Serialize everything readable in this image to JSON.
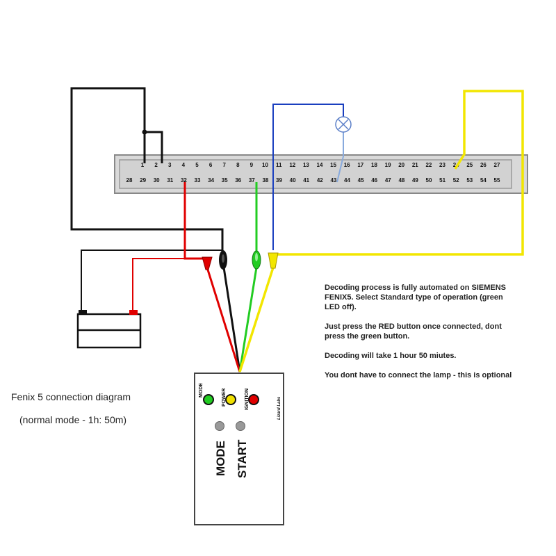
{
  "connector": {
    "top_pins": [
      "1",
      "2",
      "3",
      "4",
      "5",
      "6",
      "7",
      "8",
      "9",
      "10",
      "11",
      "12",
      "13",
      "14",
      "15",
      "16",
      "17",
      "18",
      "19",
      "20",
      "21",
      "22",
      "23",
      "24",
      "25",
      "26",
      "27"
    ],
    "bottom_pins": [
      "28",
      "29",
      "30",
      "31",
      "32",
      "33",
      "34",
      "35",
      "36",
      "37",
      "38",
      "39",
      "40",
      "41",
      "42",
      "43",
      "44",
      "45",
      "46",
      "47",
      "48",
      "49",
      "50",
      "51",
      "52",
      "53",
      "54",
      "55"
    ]
  },
  "controller": {
    "brand": "Lizard Labs",
    "led_labels": [
      "MODE",
      "POWER",
      "IGNITION"
    ],
    "button_mode_label": "MODE",
    "button_start_label": "START"
  },
  "notes": [
    "Decoding process is fully automated on SIEMENS FENIX5. Select Standard type of operation (green LED off).",
    "Just press the RED button once connected, dont press the green button.",
    "Decoding will take 1 hour 50 miutes.",
    "You dont have to connect the lamp - this is optional"
  ],
  "caption": {
    "title": "Fenix 5 connection diagram",
    "subtitle": "(normal mode - 1h: 50m)"
  },
  "colors": {
    "wire_black": "#111111",
    "wire_red": "#e00000",
    "wire_green": "#22cc22",
    "wire_yellow": "#f2e600",
    "wire_blue": "#1a3fbf",
    "connector_fill": "#d9d9d9",
    "led_green": "#22cc22",
    "led_yellow": "#f0e000",
    "led_red": "#e00000"
  }
}
